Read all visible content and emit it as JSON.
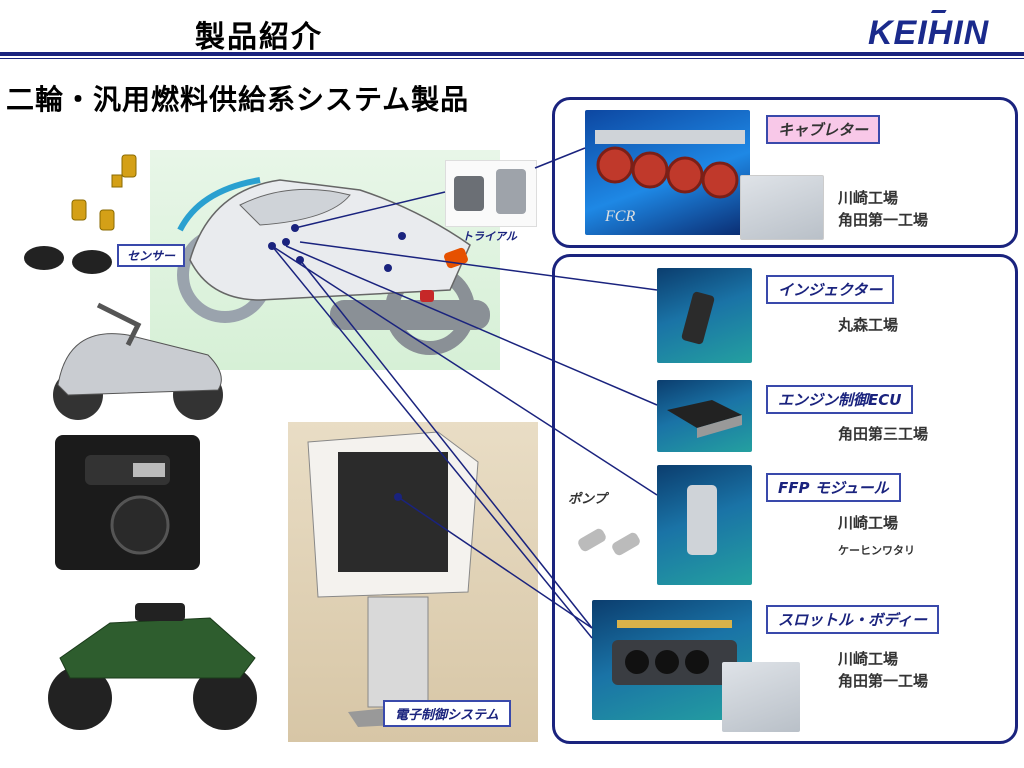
{
  "header": {
    "title": "製品紹介",
    "logo_text": "KEIHIN"
  },
  "subtitle": "二輪・汎用燃料供給系システム製品",
  "sensor_label": "センサー",
  "trial_caption": "トライアル",
  "fcr_caption": "FCR",
  "pump_label": "ポンプ",
  "electronic_control_label": "電子制御システム",
  "products": {
    "carburetor": {
      "label": "キャブレター",
      "plants": [
        "川崎工場",
        "角田第一工場"
      ]
    },
    "injector": {
      "label": "インジェクター",
      "plants": [
        "丸森工場"
      ]
    },
    "ecu": {
      "label": "エンジン制御ECU",
      "plants": [
        "角田第三工場"
      ]
    },
    "ffp": {
      "label": "FFP モジュール",
      "plants": [
        "川崎工場"
      ],
      "subplant": "ケーヒンワタリ"
    },
    "throttle": {
      "label": "スロットル・ボディー",
      "plants": [
        "川崎工場",
        "角田第一工場"
      ]
    }
  },
  "colors": {
    "accent": "#1a237e",
    "label_pink": "#f8c8e8"
  }
}
